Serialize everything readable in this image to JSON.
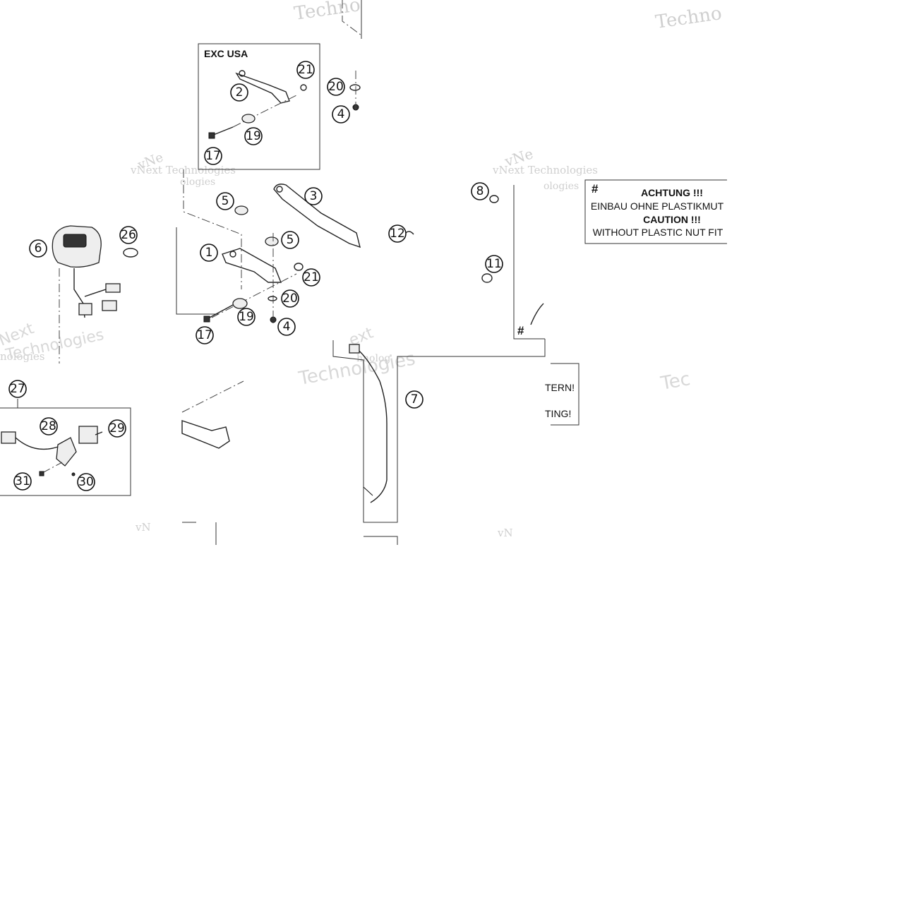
{
  "box_title": "EXC USA",
  "notice": {
    "hash": "#",
    "line1": "ACHTUNG !!!",
    "line2": "EINBAU OHNE PLASTIKMUT",
    "line3": "CAUTION !!!",
    "line4": "WITHOUT PLASTIC NUT FIT"
  },
  "partial_notice": {
    "line1": "TERN!",
    "line2": "TING!"
  },
  "hash_mark": "#",
  "watermark": {
    "vnext": "vNext Technologies",
    "vne": "vNe",
    "vnext_short": "vNext",
    "technologies": "Technologies",
    "techno": "Techno",
    "tec": "Tec",
    "technolog": "Technolog",
    "ologies": "ologies",
    "vn": "vN",
    "next": "Next",
    "ext": "ext",
    "nologies": "nologies",
    "hnolog": "hnolog"
  },
  "callouts": [
    "1",
    "2",
    "3",
    "4",
    "4",
    "5",
    "5",
    "6",
    "7",
    "8",
    "11",
    "12",
    "17",
    "17",
    "19",
    "19",
    "20",
    "20",
    "21",
    "21",
    "26",
    "27",
    "28",
    "29",
    "30",
    "31"
  ]
}
